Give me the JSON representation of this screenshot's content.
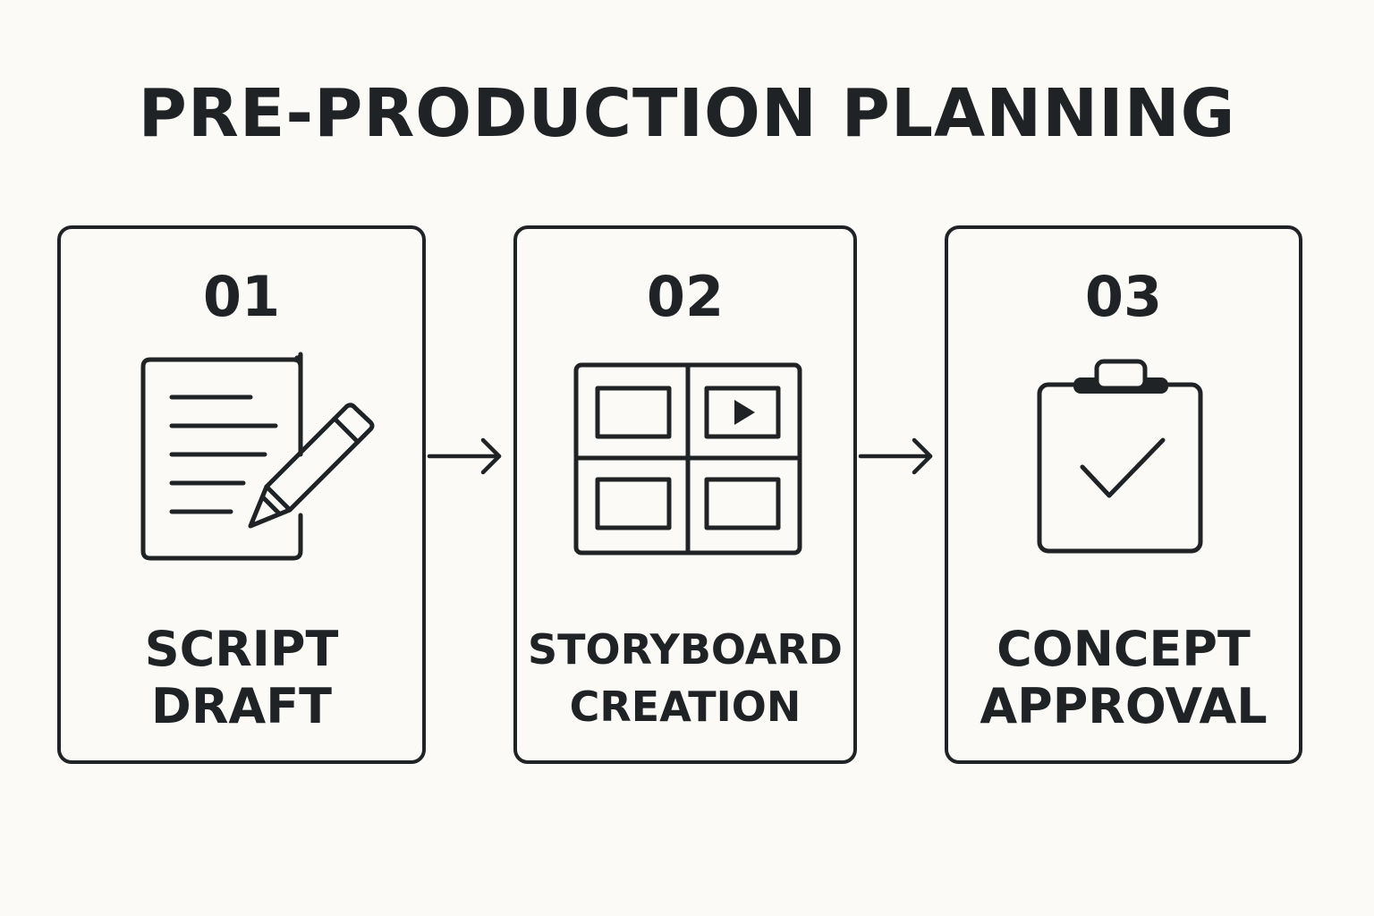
{
  "title": "PRE-PRODUCTION PLANNING",
  "colors": {
    "ink": "#1f2326",
    "background": "#fbfaf6"
  },
  "steps": [
    {
      "number": "01",
      "label_lines": [
        "SCRIPT",
        "DRAFT"
      ],
      "icon": "document-pencil-icon"
    },
    {
      "number": "02",
      "label_lines": [
        "STORYBOARD",
        "CREATION"
      ],
      "icon": "storyboard-grid-icon"
    },
    {
      "number": "03",
      "label_lines": [
        "CONCEPT",
        "APPROVAL"
      ],
      "icon": "clipboard-check-icon"
    }
  ]
}
